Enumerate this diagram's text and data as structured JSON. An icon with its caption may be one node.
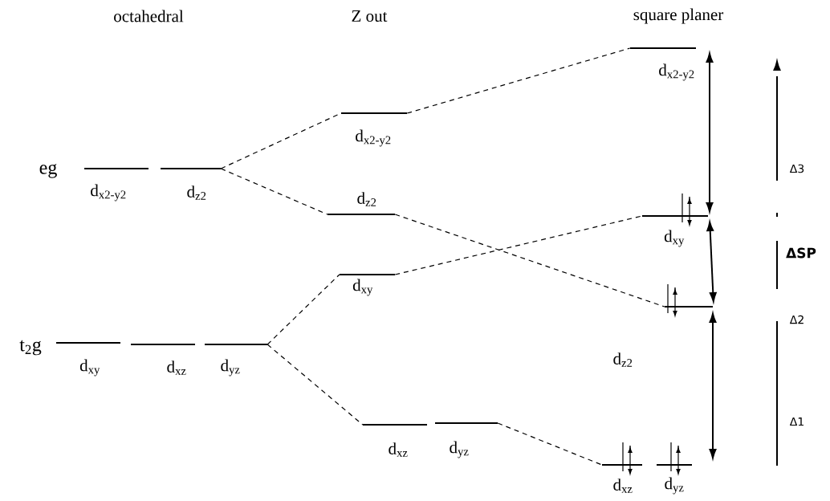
{
  "diagram": {
    "nodes": [
      {
        "text": [
          "d$_{x2-y2}$"
        ]
      },
      {
        "text": [
          "d$_{z2}$"
        ]
      },
      {
        "text": [
          "d$_{xy}$"
        ]
      },
      {
        "text": [
          "d$_{xz}$"
        ]
      },
      {
        "text": [
          "d$_{yz}$"
        ]
      },
      {
        "text": [
          "d$_{x2-y2}$"
        ]
      },
      {
        "text": [
          "d$_{z2}$"
        ]
      },
      {
        "text": [
          "d$_{xy}$"
        ]
      },
      {
        "text": [
          "d$_{xz}$"
        ]
      },
      {
        "text": [
          "d$_{yz}$"
        ]
      },
      {
        "text": [
          "d$_{x2-y2}$"
        ]
      },
      {
        "text": [
          "d$_{xy}$"
        ]
      },
      {
        "text": [
          "d$_{z2}$"
        ]
      },
      {
        "text": [
          "d$_{xz}$"
        ]
      },
      {
        "text": [
          "d$_{yz}$"
        ]
      }
    ],
    "edges": [
      {
        "from": 1,
        "to": 5,
        "arrow": "none",
        "style": "dashed"
      },
      {
        "from": 1,
        "to": 6,
        "arrow": "none",
        "style": "dashed"
      },
      {
        "from": 4,
        "to": 7,
        "arrow": "none",
        "style": "dashed"
      },
      {
        "from": 4,
        "to": 8,
        "arrow": "none",
        "style": "dashed"
      },
      {
        "from": 5,
        "to": 10,
        "arrow": "none",
        "style": "dashed"
      },
      {
        "from": 6,
        "to": 12,
        "arrow": "none",
        "style": "dashed"
      },
      {
        "from": 7,
        "to": 11,
        "arrow": "none",
        "style": "dashed"
      },
      {
        "from": 9,
        "to": 13,
        "arrow": "none",
        "style": "dashed"
      }
    ],
    "labels": [
      "octahedral",
      "Z out",
      "square planer",
      "eg",
      "t$_{2}$g",
      "Δ3",
      "ΔSP",
      "Δ2",
      "Δ1"
    ]
  }
}
